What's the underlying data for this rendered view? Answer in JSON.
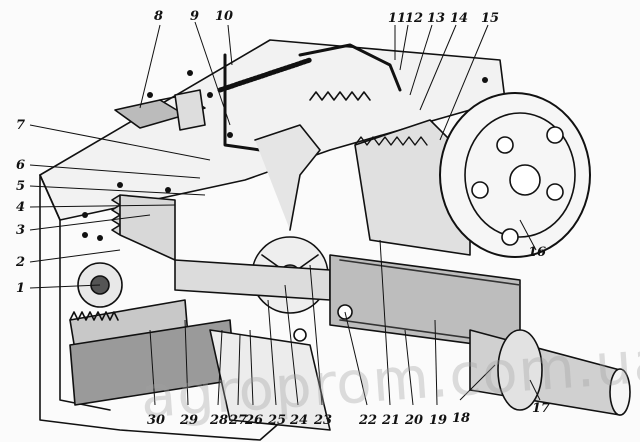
{
  "diagram": {
    "callouts": [
      "1",
      "2",
      "3",
      "4",
      "5",
      "6",
      "7",
      "8",
      "9",
      "10",
      "11",
      "12",
      "13",
      "14",
      "15",
      "16",
      "17",
      "18",
      "19",
      "20",
      "21",
      "22",
      "23",
      "24",
      "25",
      "26",
      "27",
      "28",
      "29",
      "30"
    ],
    "watermark": "agroprom.com.ua"
  }
}
